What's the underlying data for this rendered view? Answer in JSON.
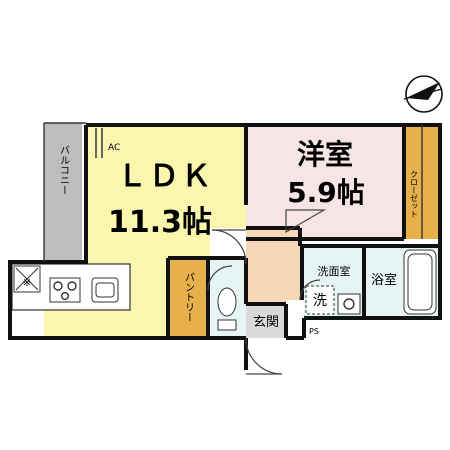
{
  "rooms": {
    "ldk": {
      "name": "ＬＤＫ",
      "size": "11.3帖",
      "color": "#fbf6ad"
    },
    "bedroom": {
      "name": "洋室",
      "size": "5.9帖",
      "color": "#f7e4e4"
    },
    "balcony": {
      "name": "バルコニー",
      "color": "#bdbdbd"
    },
    "closet": {
      "name": "クローゼット",
      "color": "#e8b04a"
    },
    "pantry": {
      "name": "パントリー",
      "color": "#e8b04a"
    },
    "washroom": {
      "name": "洗面室",
      "color": "#e6f4f4"
    },
    "bath": {
      "name": "浴室",
      "color": "#e6f4f4"
    },
    "entrance": {
      "name": "玄関",
      "color": "#d9d9d9"
    },
    "hall": {
      "color": "#f6d7b6"
    }
  },
  "fixtures": {
    "ac": "AC",
    "ventilation": "※",
    "washer": "洗",
    "ps": "PS"
  },
  "icons": [
    "north-arrow-icon",
    "toilet-icon",
    "bathtub-icon",
    "stove-icon",
    "sink-icon",
    "washbasin-icon"
  ]
}
